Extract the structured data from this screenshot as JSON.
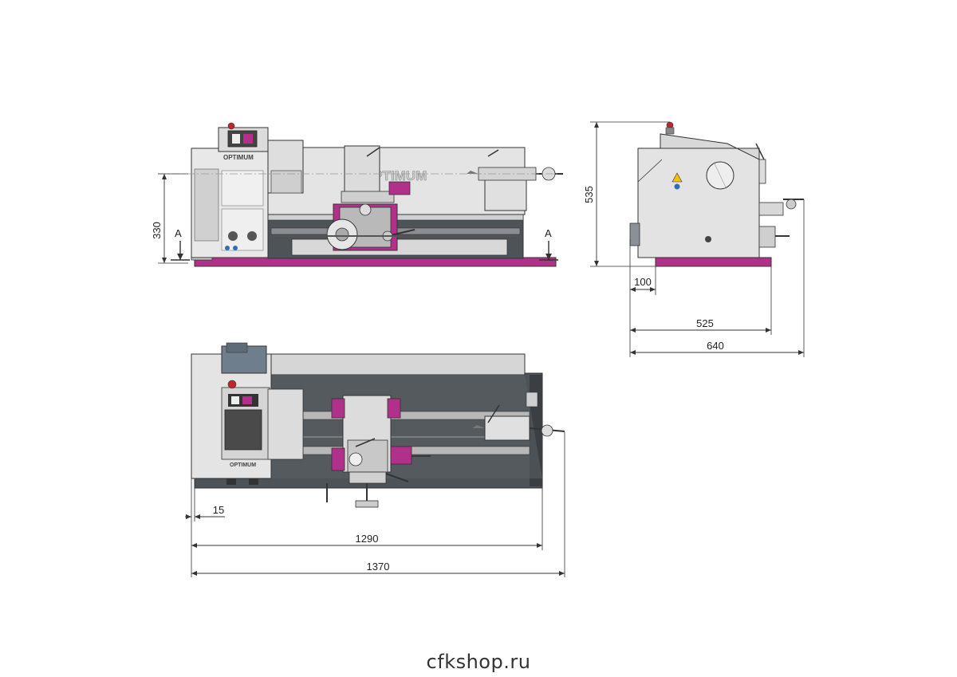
{
  "dimensions": {
    "front_height": "330",
    "section_label_left": "A",
    "section_label_right": "A",
    "side_height": "535",
    "side_offset": "100",
    "side_depth": "525",
    "side_total_depth": "640",
    "top_offset": "15",
    "top_length": "1290",
    "top_total_length": "1370"
  },
  "labels": {
    "brand_body": "OPTIMUM",
    "brand_panel": "OPTIMUM",
    "brand_top": "OPTIMUM"
  },
  "watermark": "cfkshop.ru",
  "colors": {
    "accent": "#b0308a",
    "machine_body": "#e2e2e2",
    "machine_dark": "#4e5358",
    "line": "#333333"
  }
}
